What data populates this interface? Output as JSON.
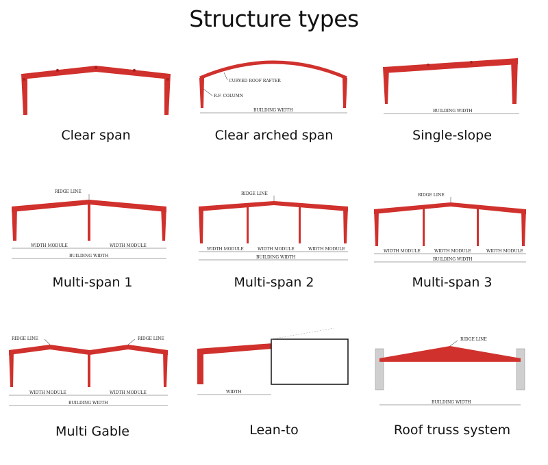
{
  "title": "Structure types",
  "colors": {
    "steel": "#d0312d",
    "steel_dark": "#a8221f",
    "wall": "#cfcfcf"
  },
  "items": [
    {
      "caption": "Clear span",
      "labels": []
    },
    {
      "caption": "Clear arched span",
      "labels": [
        "CURVED ROOF RAFTER",
        "R.F. COLUMN",
        "BUILDING WIDTH"
      ]
    },
    {
      "caption": "Single-slope",
      "labels": [
        "BUILDING WIDTH"
      ]
    },
    {
      "caption": "Multi-span 1",
      "labels": [
        "RIDGE LINE",
        "WIDTH MODULE",
        "WIDTH MODULE",
        "BUILDING WIDTH"
      ]
    },
    {
      "caption": "Multi-span 2",
      "labels": [
        "RIDGE LINE",
        "WIDTH MODULE",
        "WIDTH MODULE",
        "WIDTH MODULE",
        "BUILDING WIDTH"
      ]
    },
    {
      "caption": "Multi-span 3",
      "labels": [
        "RIDGE LINE",
        "WIDTH MODULE",
        "WIDTH MODULE",
        "WIDTH MODULE",
        "BUILDING WIDTH"
      ]
    },
    {
      "caption": "Multi Gable",
      "labels": [
        "RIDGE LINE",
        "RIDGE LINE",
        "WIDTH MODULE",
        "WIDTH MODULE",
        "BUILDING WIDTH"
      ]
    },
    {
      "caption": "Lean-to",
      "labels": [
        "WIDTH"
      ]
    },
    {
      "caption": "Roof truss system",
      "labels": [
        "RIDGE LINE",
        "BUILDING WIDTH"
      ]
    }
  ]
}
